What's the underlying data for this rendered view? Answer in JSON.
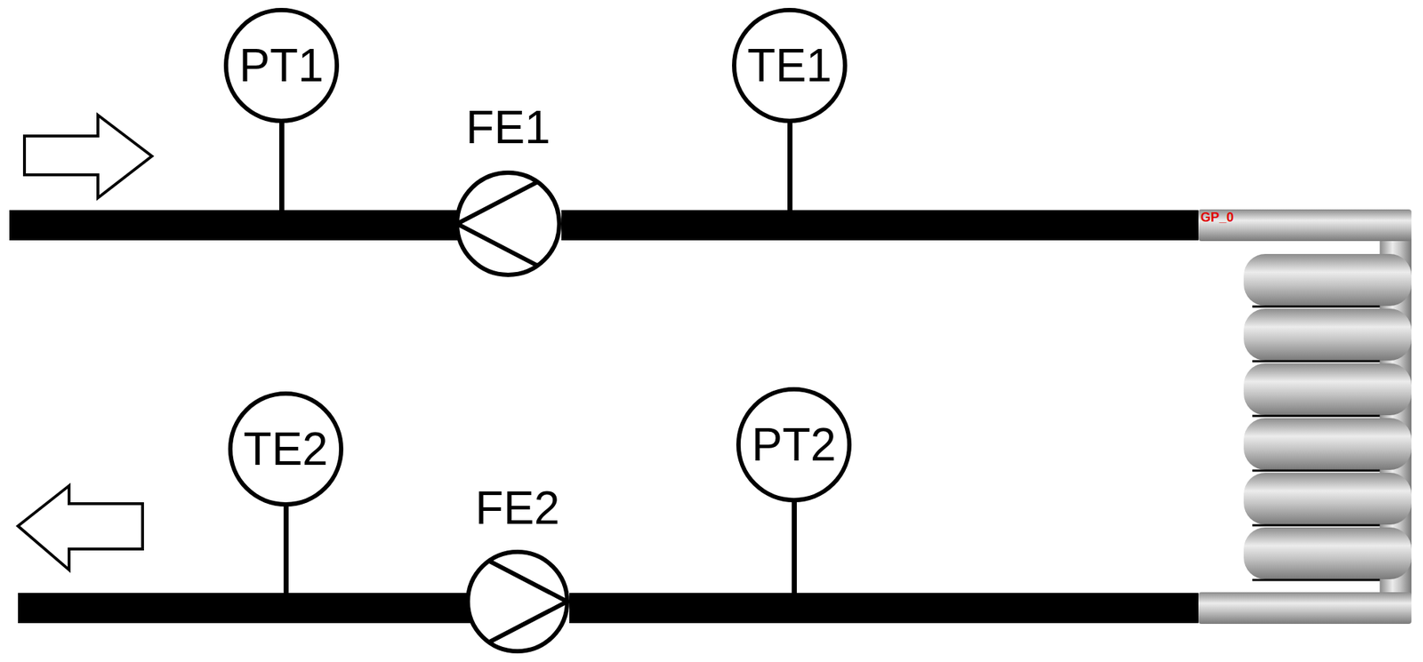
{
  "diagram": {
    "nodes": [
      {
        "text": [
          "PT1"
        ]
      },
      {
        "text": [
          "FE1"
        ]
      },
      {
        "text": [
          "TE1"
        ]
      },
      {
        "text": [
          "GP_0"
        ]
      },
      {
        "text": [
          "TE2"
        ]
      },
      {
        "text": [
          "FE2"
        ]
      },
      {
        "text": [
          "PT2"
        ]
      }
    ],
    "edges": [
      {
        "from": 1,
        "to": 3,
        "arrow": "none"
      },
      {
        "from": 3,
        "to": 5,
        "arrow": "none"
      }
    ]
  }
}
